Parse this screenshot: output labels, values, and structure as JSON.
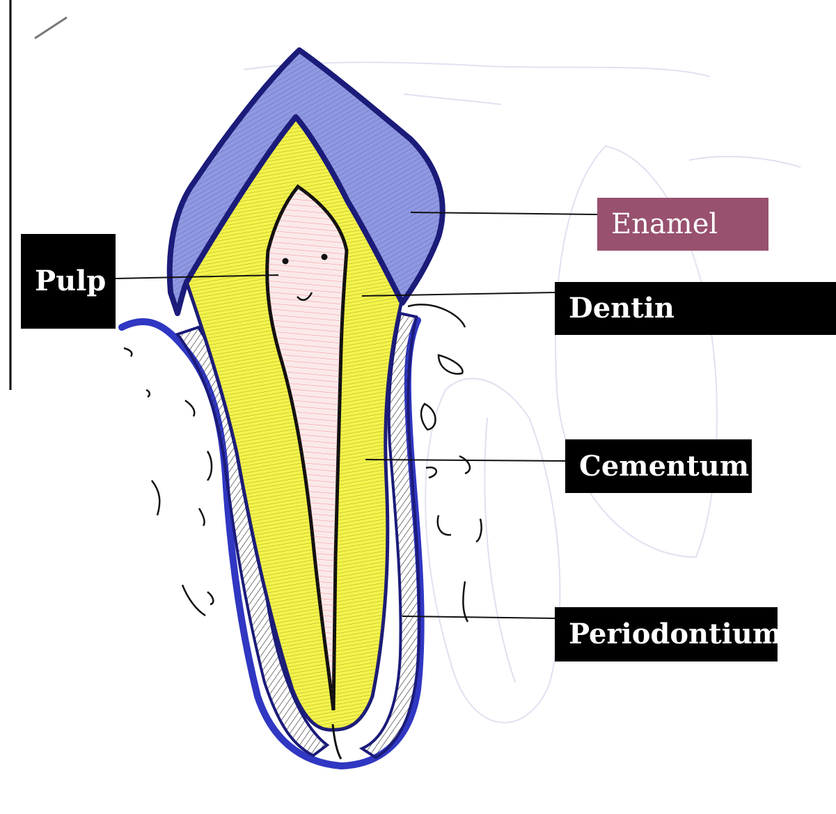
{
  "diagram": {
    "labels": {
      "enamel": "Enamel",
      "pulp": "Pulp",
      "dentin": "Dentin",
      "cementum": "Cementum",
      "periodontium": "Periodontium"
    },
    "colors": {
      "enamel_box": "#98516f",
      "label_box": "#000000",
      "enamel_fill": "#8f98e2",
      "outline": "#1b1b7a",
      "dentin_fill": "#f4f44a",
      "pulp_fill": "#fbe9ea",
      "pulp_strokes": "#e8474c",
      "ink": "#111111",
      "gum_blue": "#3037c2"
    }
  }
}
